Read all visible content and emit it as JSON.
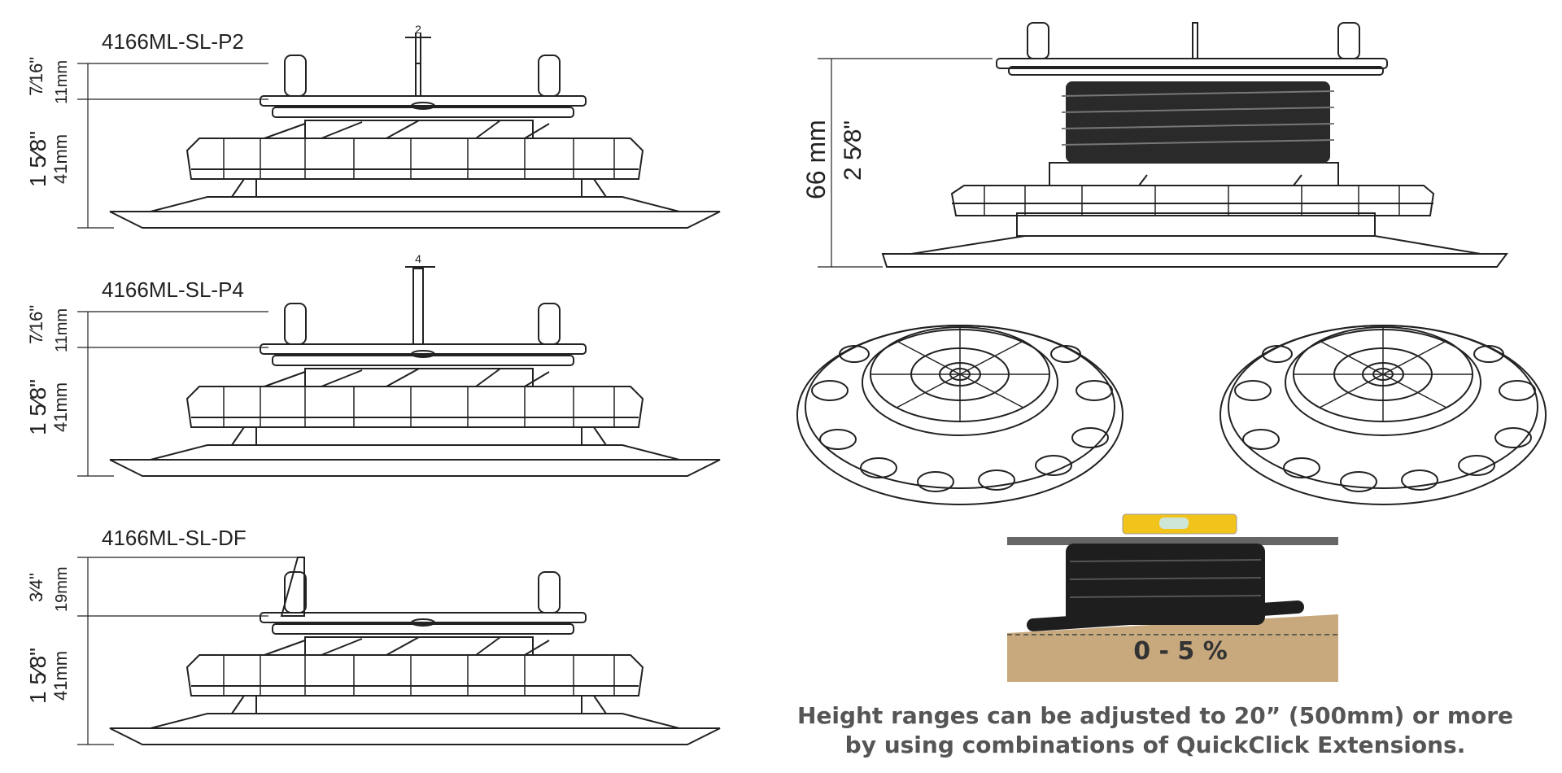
{
  "panels": [
    {
      "title": "4166ML-SL-P2",
      "top_dim": {
        "inch": "7⁄16\"",
        "mm": "11mm"
      },
      "main_dim": {
        "inch": "1 5⁄8\"",
        "mm": "41mm"
      },
      "tab_label": "2"
    },
    {
      "title": "4166ML-SL-P4",
      "top_dim": {
        "inch": "7⁄16\"",
        "mm": "11mm"
      },
      "main_dim": {
        "inch": "1 5⁄8\"",
        "mm": "41mm"
      },
      "tab_label": "4"
    },
    {
      "title": "4166ML-SL-DF",
      "top_dim": {
        "inch": "3⁄4\"",
        "mm": "19mm"
      },
      "main_dim": {
        "inch": "1 5⁄8\"",
        "mm": "41mm"
      },
      "tab_label": ""
    }
  ],
  "right_pedestal": {
    "height_mm": "66 mm",
    "height_inch": "2 5⁄8\""
  },
  "slope_label": "0 - 5 %",
  "caption": {
    "line1": "Height ranges can be adjusted to 20” (500mm) or more",
    "line2": "by using combinations of QuickClick Extensions."
  },
  "colors": {
    "line": "#222222",
    "level": "#f2c31b",
    "ground": "#c8a97e",
    "text_gray": "#555555"
  }
}
